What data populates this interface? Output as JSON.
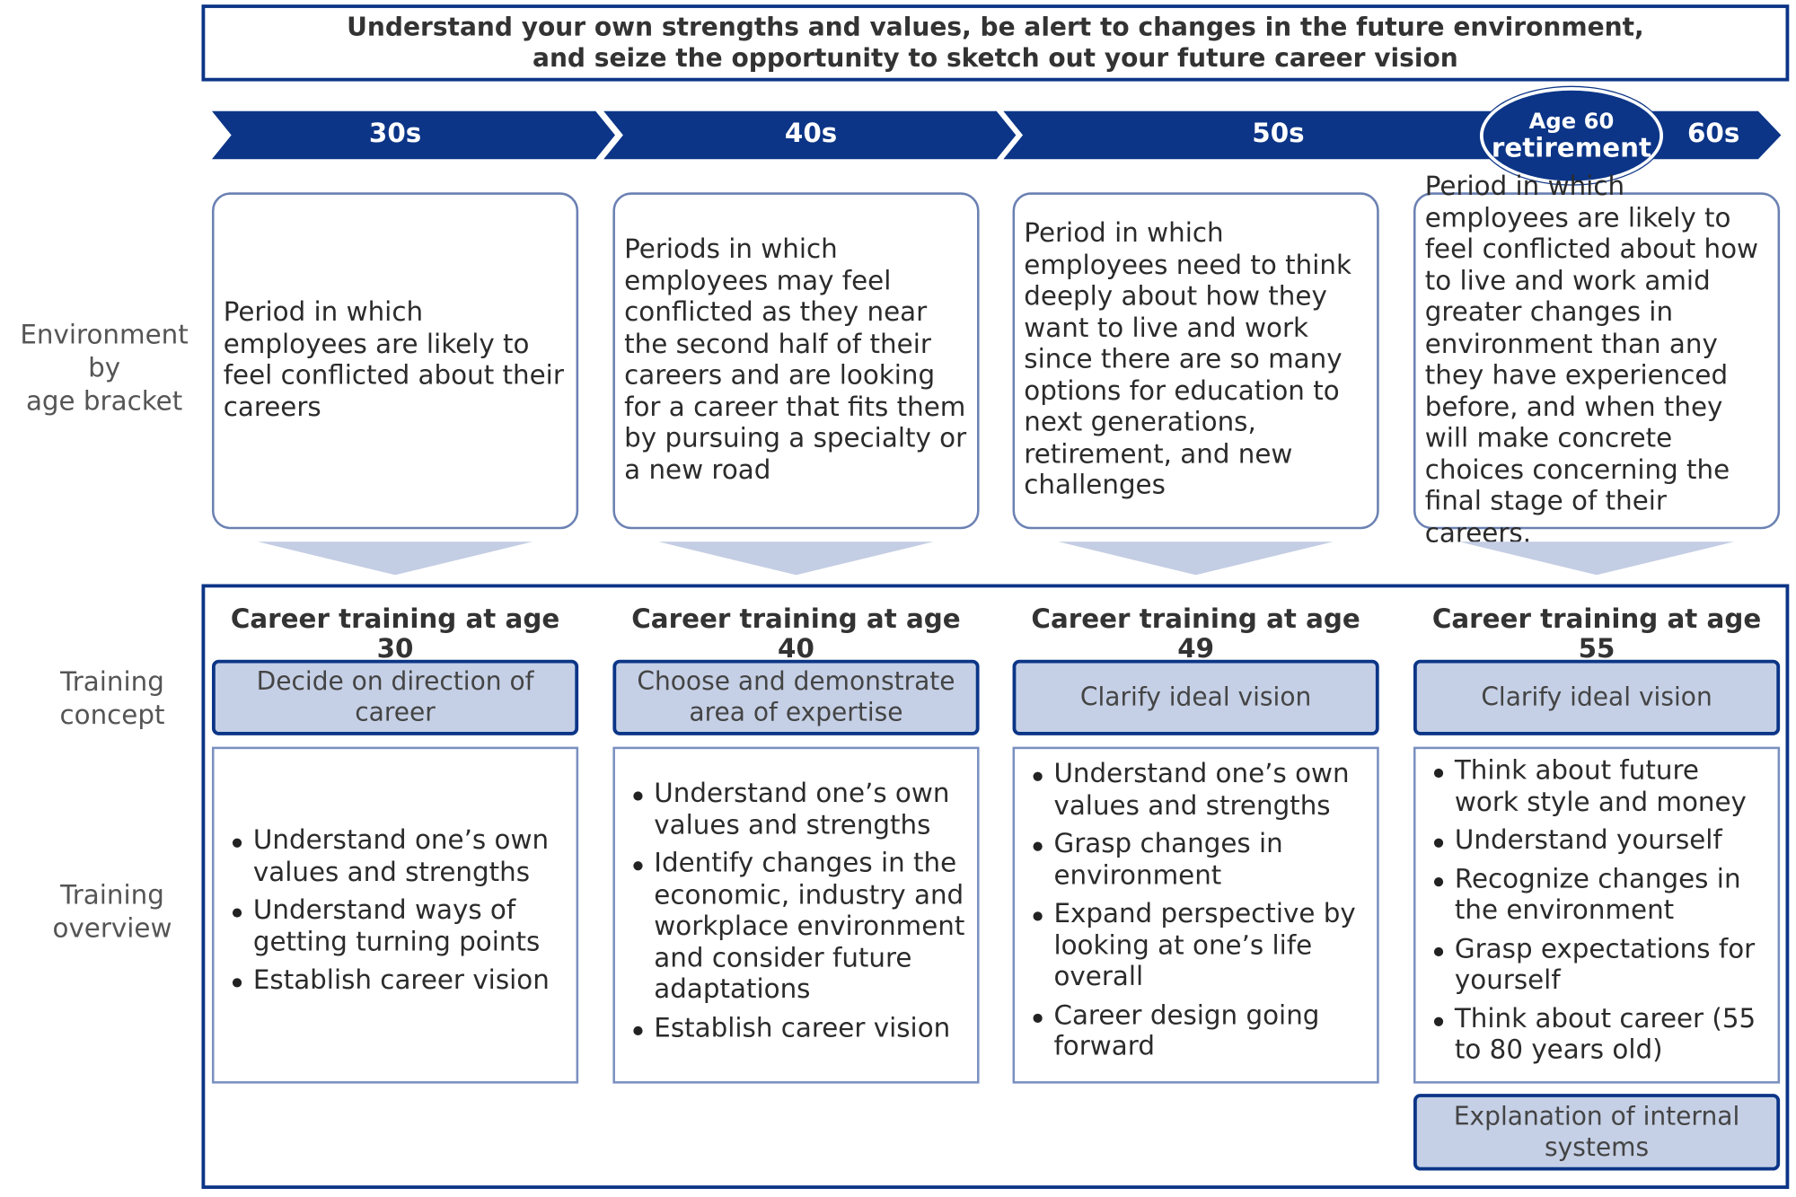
{
  "banner": {
    "line1": "Understand your own strengths and values, be alert to changes in the future environment,",
    "line2": "and seize the opportunity to sketch out your future career vision"
  },
  "timeline": {
    "labels": [
      "30s",
      "40s",
      "50s",
      "60s"
    ],
    "milestone": {
      "line1": "Age 60",
      "line2": "retirement"
    }
  },
  "row_labels": {
    "environment": [
      "Environment by",
      "age bracket"
    ],
    "concept": [
      "Training",
      "concept"
    ],
    "overview": [
      "Training",
      "overview"
    ]
  },
  "columns": [
    {
      "environment": "Period in which employees are likely to feel conflicted about their careers",
      "heading": "Career training at age 30",
      "concept": "Decide on direction of career",
      "overview": [
        "Understand one’s own values and strengths",
        "Understand ways of getting turning points",
        "Establish career vision"
      ]
    },
    {
      "environment": "Periods in which employees may feel conflicted as they near the second half of their careers and are looking for a career that fits them by pursuing a specialty or a new road",
      "heading": "Career training at age 40",
      "concept": "Choose and demonstrate area of expertise",
      "overview": [
        "Understand one’s own values and strengths",
        "Identify changes in the economic, industry and workplace environment and consider future adaptations",
        "Establish career vision"
      ]
    },
    {
      "environment": "Period in which employees need to think deeply about how they want to live and work since there are so many options for education to next generations, retirement, and new challenges",
      "heading": "Career training at age 49",
      "concept": "Clarify ideal vision",
      "overview": [
        "Understand one’s own values and strengths",
        "Grasp changes in environment",
        "Expand perspective by looking at one’s life overall",
        "Career design going forward"
      ]
    },
    {
      "environment": "Period in which employees are likely to feel conflicted about how to live and work amid greater changes in environment than any they have experienced before, and when they will make concrete choices concerning the final stage of their careers.",
      "heading": "Career training at age 55",
      "concept": "Clarify ideal vision",
      "overview": [
        "Think about future work style and money",
        "Understand yourself",
        "Recognize changes in the environment",
        "Grasp expectations for yourself",
        "Think about career (55 to 80 years old)"
      ],
      "extra": "Explanation of internal systems"
    }
  ],
  "colors": {
    "primary": "#0c3587",
    "light_fill": "#c5d0e6",
    "arrow_fill": "#c3cde3"
  }
}
